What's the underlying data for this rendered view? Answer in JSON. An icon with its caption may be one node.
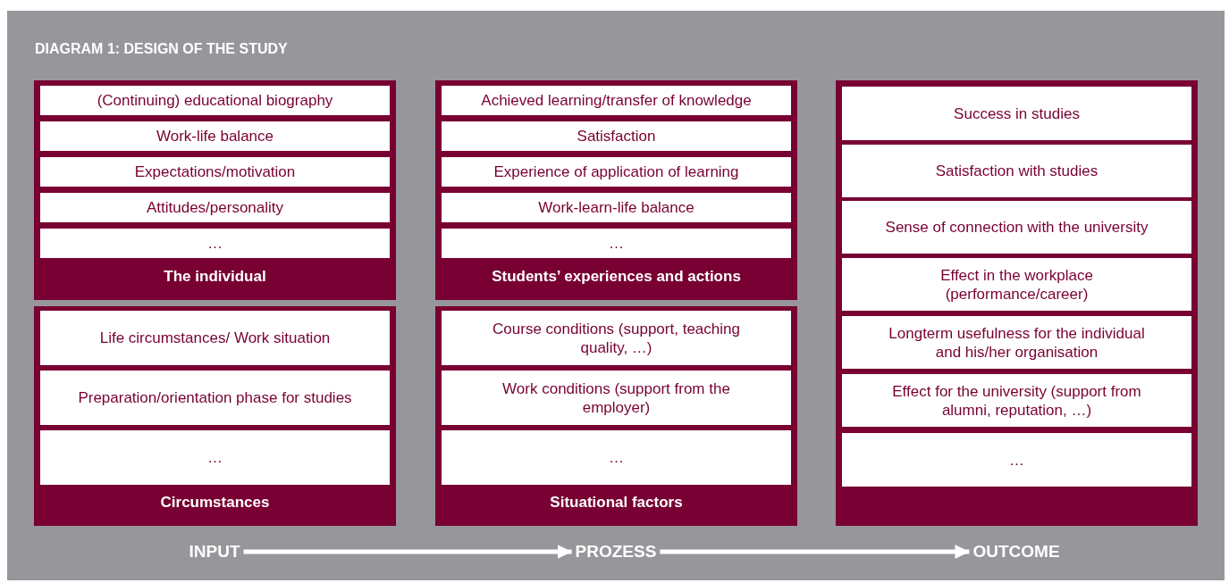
{
  "diagram": {
    "title": "DIAGRAM 1: DESIGN OF THE STUDY",
    "nodes": [
      {
        "text": [
          "The individual"
        ]
      },
      {
        "text": [
          "(Continuing) educational biography"
        ],
        "in": 0
      },
      {
        "text": [
          "Work-life balance"
        ],
        "in": 0
      },
      {
        "text": [
          "Expectations/motivation"
        ],
        "in": 0
      },
      {
        "text": [
          "Attitudes/personality"
        ],
        "in": 0
      },
      {
        "text": [
          "…"
        ],
        "in": 0
      },
      {
        "text": [
          "Circumstances"
        ]
      },
      {
        "text": [
          "Life circumstances/ Work situation"
        ],
        "in": 6
      },
      {
        "text": [
          "Preparation/orientation phase for studies"
        ],
        "in": 6
      },
      {
        "text": [
          "…"
        ],
        "in": 6
      },
      {
        "text": [
          "Students’ experiences and actions"
        ]
      },
      {
        "text": [
          "Achieved learning/transfer of knowledge"
        ],
        "in": 10
      },
      {
        "text": [
          "Satisfaction"
        ],
        "in": 10
      },
      {
        "text": [
          "Experience of application of learning"
        ],
        "in": 10
      },
      {
        "text": [
          "Work-learn-life balance"
        ],
        "in": 10
      },
      {
        "text": [
          "…"
        ],
        "in": 10
      },
      {
        "text": [
          "Situational factors"
        ]
      },
      {
        "text": [
          "Course conditions (support, teaching quality, …)"
        ],
        "in": 16
      },
      {
        "text": [
          "Work conditions (support from the employer)"
        ],
        "in": 16
      },
      {
        "text": [
          "…"
        ],
        "in": 16
      },
      {
        "text": [],
        "shape": "box"
      },
      {
        "text": [
          "Success in studies"
        ],
        "in": 20
      },
      {
        "text": [
          "Satisfaction with studies"
        ],
        "in": 20
      },
      {
        "text": [
          "Sense of connection with the university"
        ],
        "in": 20
      },
      {
        "text": [
          "Effect in the workplace (performance/career)"
        ],
        "in": 20
      },
      {
        "text": [
          "Longterm usefulness for the individual and his/her organisation"
        ],
        "in": 20
      },
      {
        "text": [
          "Effect for the university (support from alumni, reputation, …)"
        ],
        "in": 20
      },
      {
        "text": [
          "…"
        ],
        "in": 20
      },
      {
        "text": [
          "INPUT"
        ]
      },
      {
        "text": [
          "PROZESS"
        ]
      },
      {
        "text": [
          "OUTCOME"
        ]
      }
    ],
    "edges": [
      {
        "from": 28,
        "to": 29,
        "arrow": "to"
      },
      {
        "from": 29,
        "to": 30,
        "arrow": "to"
      }
    ]
  }
}
